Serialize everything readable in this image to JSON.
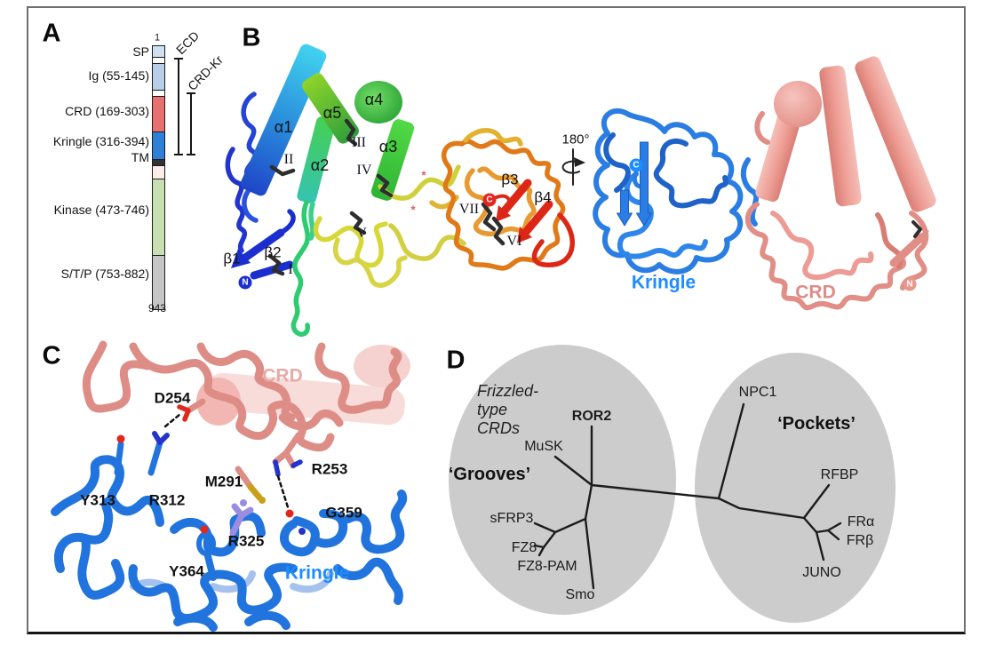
{
  "panel_a": {
    "letter": "A",
    "first_residue": "1",
    "last_residue": "943",
    "domain_labels": [
      "SP",
      "Ig (55-145)",
      "CRD (169-303)",
      "Kringle (316-394)",
      "TM",
      "Kinase (473-746)",
      "S/T/P (753-882)"
    ],
    "bracket_labels": [
      "ECD",
      "CRD-Kr"
    ],
    "segment_colors": {
      "sp": "#cfe0f2",
      "linker": "#ffffff",
      "ig": "#b8cee8",
      "crd": "#e87070",
      "kringle": "#2e7fd6",
      "tm": "#333333",
      "juxtamembrane": "#fdecea",
      "kinase": "#c8dfb2",
      "stp": "#c6c6c6"
    }
  },
  "panel_b": {
    "letter": "B",
    "helix_labels": [
      "α1",
      "α2",
      "α3",
      "α4",
      "α5"
    ],
    "strand_labels": [
      "β1",
      "β2",
      "β3",
      "β4"
    ],
    "disulfide_labels": [
      "I",
      "II",
      "III",
      "IV",
      "V",
      "VI",
      "VII"
    ],
    "rotation_label": "180°",
    "n_terminus": "N",
    "c_terminus": "C",
    "kringle_label": "Kringle",
    "crd_label": "CRD",
    "asterisk": "*"
  },
  "panel_c": {
    "letter": "C",
    "crd_label": "CRD",
    "kringle_label": "Kringle",
    "crd_residues": [
      "D254",
      "R253",
      "M291"
    ],
    "kringle_residues": [
      "Y313",
      "R312",
      "R325",
      "G359",
      "Y364"
    ]
  },
  "panel_d": {
    "letter": "D",
    "left_group": {
      "annotation_lines": [
        "Frizzled-",
        "type",
        "CRDs"
      ],
      "title": "‘Grooves’",
      "members": [
        "ROR2",
        "MuSK",
        "sFRP3",
        "FZ8",
        "FZ8-PAM",
        "Smo"
      ]
    },
    "right_group": {
      "title": "‘Pockets’",
      "members": [
        "NPC1",
        "RFBP",
        "FRα",
        "FRβ",
        "JUNO"
      ]
    }
  },
  "colors": {
    "kringle_blue": "#2a7de2",
    "kringle_label_blue": "#1e8cff",
    "crd_salmon": "#ec9791",
    "crd_label_salmon": "#dd8d88",
    "group_ellipse_gray": "#cccccc"
  }
}
